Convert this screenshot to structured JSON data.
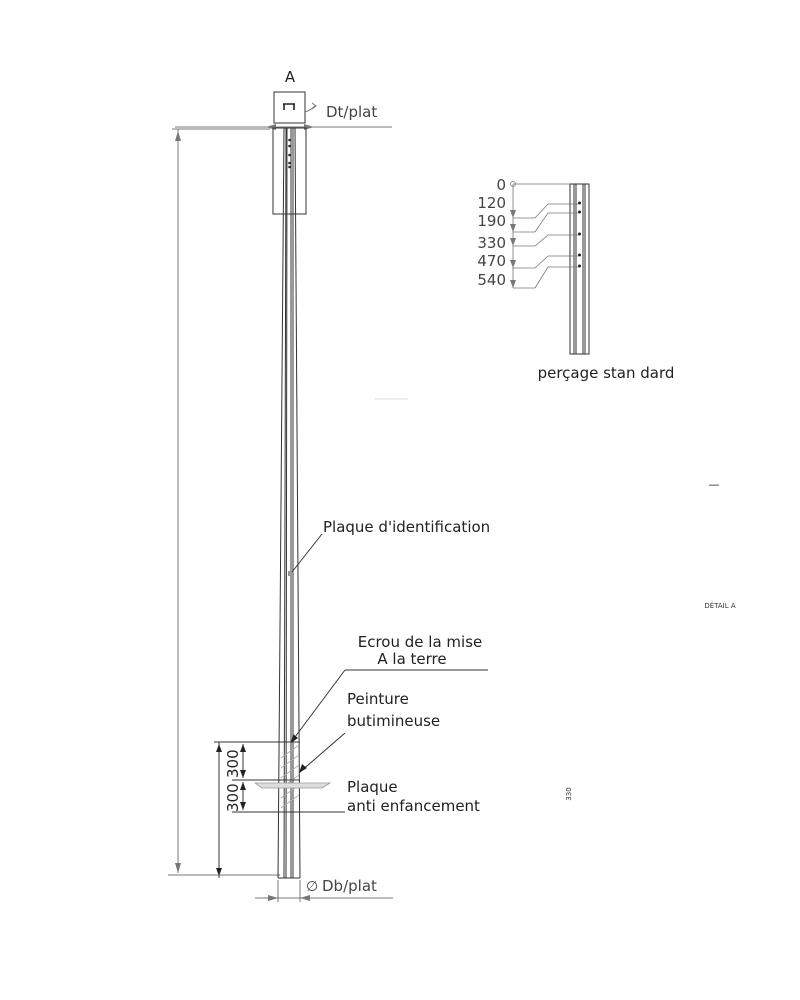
{
  "detail_marker": "A",
  "top_diameter": "Dt/plat",
  "bottom_diameter": "Db/plat",
  "diameter_symbol": "∅",
  "drilling": {
    "values": [
      "0",
      "120",
      "190",
      "330",
      "470",
      "540"
    ],
    "caption": "perçage stan dard"
  },
  "labels": {
    "identification_plate": "Plaque d'identification",
    "earth_nut_line1": "Ecrou de la mise",
    "earth_nut_line2": "A la terre",
    "paint_line1": "Peinture",
    "paint_line2": "butimineuse",
    "plate_line1": "Plaque",
    "plate_line2": "anti enfancement",
    "detail_title": "DÉTAIL A",
    "rotated_note": "330",
    "dash": "—"
  },
  "dims": {
    "upper": "300",
    "lower": "300"
  }
}
